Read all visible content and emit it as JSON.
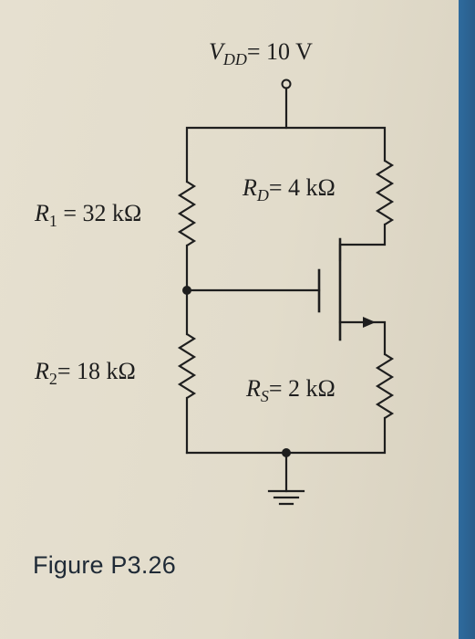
{
  "figure": {
    "caption": "Figure P3.26",
    "supply": {
      "label": "V",
      "sub": "DD",
      "value": "= 10 V"
    },
    "r1": {
      "label": "R",
      "sub": "1",
      "value": " = 32 kΩ"
    },
    "r2": {
      "label": "R",
      "sub": "2",
      "value": "= 18 kΩ"
    },
    "rd": {
      "label": "R",
      "sub": "D",
      "value": "= 4 kΩ"
    },
    "rs": {
      "label": "R",
      "sub": "S",
      "value": "= 2 kΩ"
    }
  },
  "colors": {
    "paper": "#e4dece",
    "ink": "#1e1e1e",
    "caption_text": "#1f2a36",
    "edge_band": "#2e6b9e"
  }
}
